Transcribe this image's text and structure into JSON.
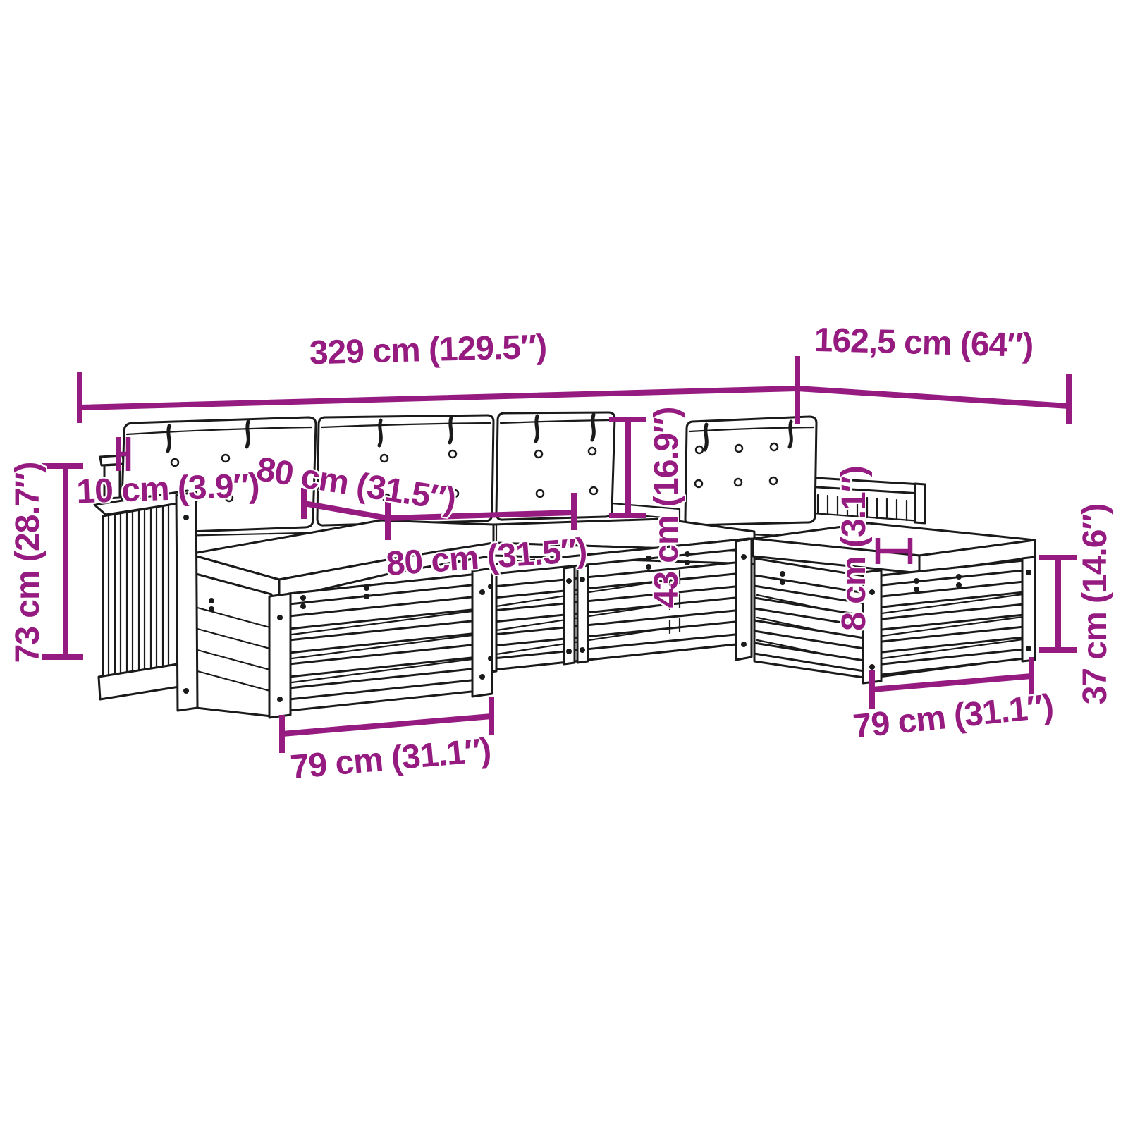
{
  "drawing": {
    "description": "Line drawing of a modular garden lounge set: U-shaped sofa with buttoned back cushions, slatted wood bases, left slatted armrest panel, right back rail and two footstool extensions with cushions",
    "style": "black outline sketch with magenta dimension annotations"
  },
  "colors": {
    "dimension": "#951b81",
    "line_art": "#1a1a1a",
    "background": "#ffffff"
  },
  "dimensions": {
    "overall_width": "329 cm (129.5″)",
    "overall_depth": "162,5 cm (64″)",
    "overall_height": "73 cm (28.7″)",
    "back_cushion_thickness": "10 cm (3.9″)",
    "seat_depth": "80 cm (31.5″)",
    "seat_width": "80 cm (31.5″)",
    "back_cushion_height": "43 cm (16.9″)",
    "seat_cushion_thickness": "8 cm (3.1″)",
    "base_height": "37 cm (14.6″)",
    "footstool_width_left": "79 cm (31.1″)",
    "footstool_width_right": "79 cm (31.1″)"
  }
}
